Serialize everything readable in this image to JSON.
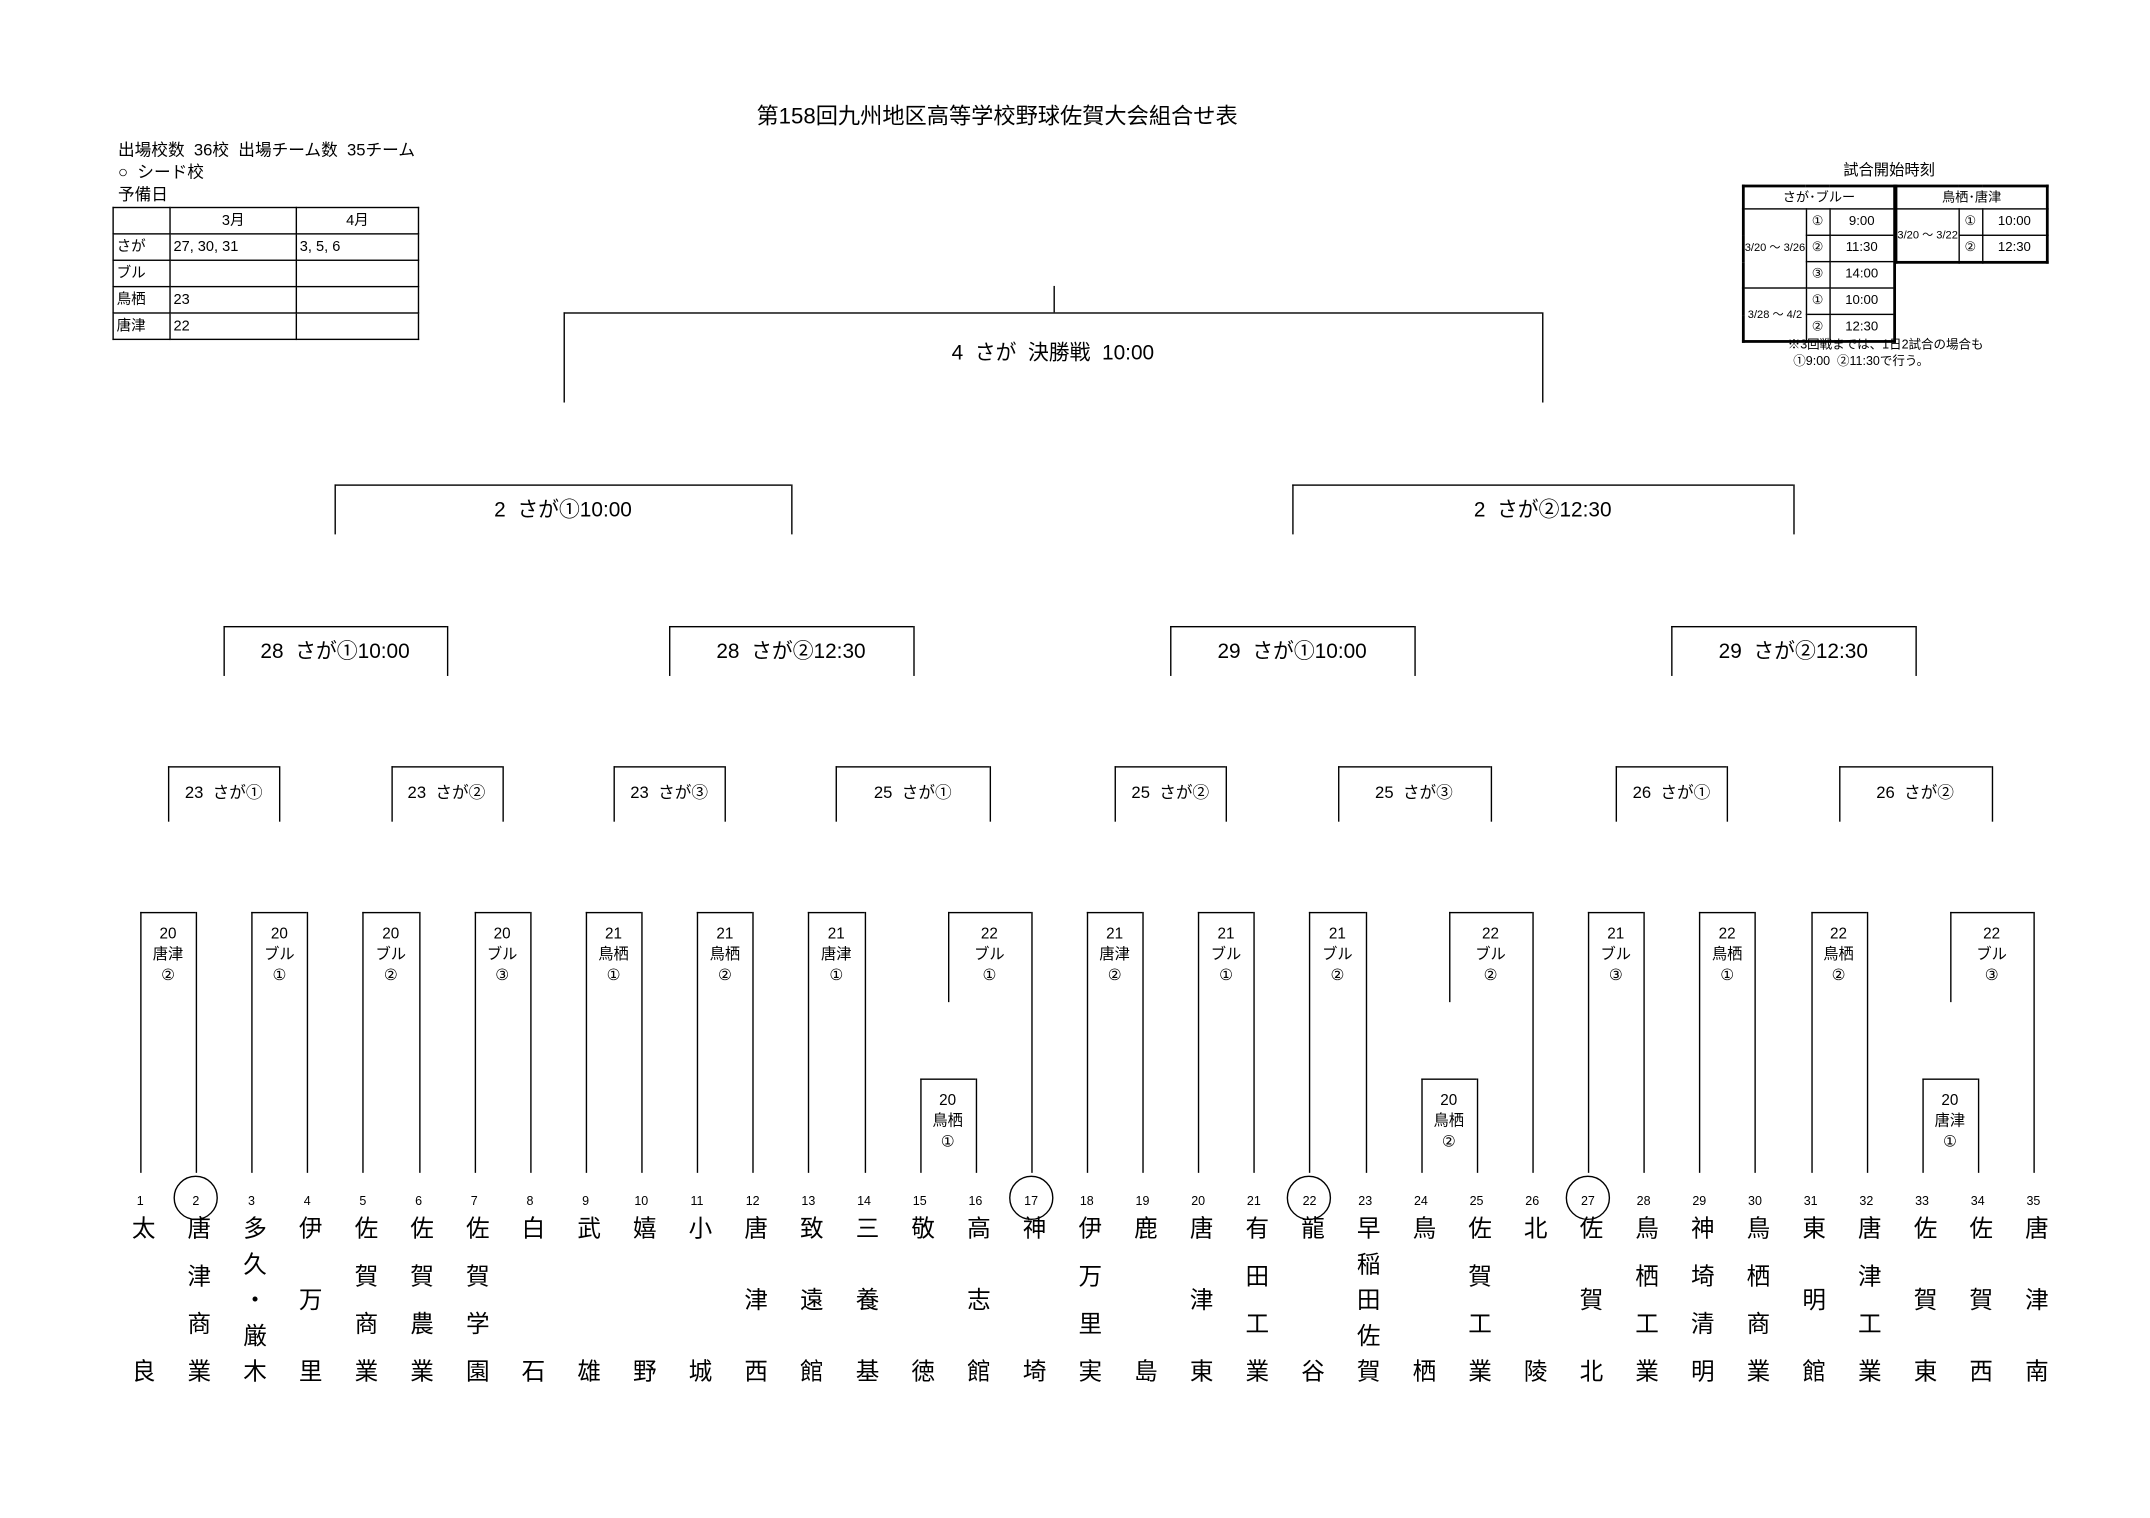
{
  "title": "第158回九州地区高等学校野球佐賀大会組合せ表",
  "info": {
    "counts": "出場校数  36校  出場チーム数  35チーム",
    "seed_legend": "○  シード校",
    "reserve_label": "予備日"
  },
  "reserve_table": {
    "headers": [
      "",
      "3月",
      "4月"
    ],
    "rows": [
      [
        "さが",
        "27, 30, 31",
        "3, 5, 6"
      ],
      [
        "ブル",
        "",
        ""
      ],
      [
        "鳥栖",
        "23",
        ""
      ],
      [
        "唐津",
        "22",
        ""
      ]
    ]
  },
  "timetable": {
    "title": "試合開始時刻",
    "left_header": "さが･ブルー",
    "right_header": "鳥栖･唐津",
    "left_rows": [
      {
        "period": "3/20 〜 3/26",
        "slot": "①",
        "time": "9:00"
      },
      {
        "period": "",
        "slot": "②",
        "time": "11:30"
      },
      {
        "period": "",
        "slot": "③",
        "time": "14:00"
      },
      {
        "period": "3/28 〜 4/2",
        "slot": "①",
        "time": "10:00"
      },
      {
        "period": "",
        "slot": "②",
        "time": "12:30"
      }
    ],
    "right_rows": [
      {
        "period": "3/20 〜 3/22",
        "slot": "①",
        "time": "10:00"
      },
      {
        "period": "",
        "slot": "②",
        "time": "12:30"
      }
    ],
    "note1": "※3回戦までは、1日2試合の場合も",
    "note2": "①9:00  ②11:30で行う。"
  },
  "teams": [
    {
      "no": "1",
      "name": "太良",
      "seed": false
    },
    {
      "no": "2",
      "name": "唐津商業",
      "seed": true
    },
    {
      "no": "3",
      "name": "多久・厳木",
      "seed": false
    },
    {
      "no": "4",
      "name": "伊万里",
      "seed": false
    },
    {
      "no": "5",
      "name": "佐賀商業",
      "seed": false
    },
    {
      "no": "6",
      "name": "佐賀農業",
      "seed": false
    },
    {
      "no": "7",
      "name": "佐賀学園",
      "seed": false
    },
    {
      "no": "8",
      "name": "白石",
      "seed": false
    },
    {
      "no": "9",
      "name": "武雄",
      "seed": false
    },
    {
      "no": "10",
      "name": "嬉野",
      "seed": false
    },
    {
      "no": "11",
      "name": "小城",
      "seed": false
    },
    {
      "no": "12",
      "name": "唐津西",
      "seed": false
    },
    {
      "no": "13",
      "name": "致遠館",
      "seed": false
    },
    {
      "no": "14",
      "name": "三養基",
      "seed": false
    },
    {
      "no": "15",
      "name": "敬徳",
      "seed": false
    },
    {
      "no": "16",
      "name": "高志館",
      "seed": false
    },
    {
      "no": "17",
      "name": "神埼",
      "seed": true
    },
    {
      "no": "18",
      "name": "伊万里実",
      "seed": false
    },
    {
      "no": "19",
      "name": "鹿島",
      "seed": false
    },
    {
      "no": "20",
      "name": "唐津東",
      "seed": false
    },
    {
      "no": "21",
      "name": "有田工業",
      "seed": false
    },
    {
      "no": "22",
      "name": "龍谷",
      "seed": true
    },
    {
      "no": "23",
      "name": "早稲田佐賀",
      "seed": false
    },
    {
      "no": "24",
      "name": "鳥栖",
      "seed": false
    },
    {
      "no": "25",
      "name": "佐賀工業",
      "seed": false
    },
    {
      "no": "26",
      "name": "北陵",
      "seed": false
    },
    {
      "no": "27",
      "name": "佐賀北",
      "seed": true
    },
    {
      "no": "28",
      "name": "鳥栖工業",
      "seed": false
    },
    {
      "no": "29",
      "name": "神埼清明",
      "seed": false
    },
    {
      "no": "30",
      "name": "鳥栖商業",
      "seed": false
    },
    {
      "no": "31",
      "name": "東明館",
      "seed": false
    },
    {
      "no": "32",
      "name": "唐津工業",
      "seed": false
    },
    {
      "no": "33",
      "name": "佐賀東",
      "seed": false
    },
    {
      "no": "34",
      "name": "佐賀西",
      "seed": false
    },
    {
      "no": "35",
      "name": "唐津南",
      "seed": false
    }
  ],
  "games": [
    {
      "id": "p1",
      "round": 0,
      "label": [
        "20",
        "鳥栖",
        "①"
      ],
      "a": 15,
      "b": 16
    },
    {
      "id": "p2",
      "round": 0,
      "label": [
        "20",
        "鳥栖",
        "②"
      ],
      "a": 24,
      "b": 25
    },
    {
      "id": "p3",
      "round": 0,
      "label": [
        "20",
        "唐津",
        "①"
      ],
      "a": 33,
      "b": 34
    },
    {
      "id": "a1",
      "round": 1,
      "label": [
        "20",
        "唐津",
        "②"
      ],
      "a": 1,
      "b": 2
    },
    {
      "id": "a2",
      "round": 1,
      "label": [
        "20",
        "ブル",
        "①"
      ],
      "a": 3,
      "b": 4
    },
    {
      "id": "a3",
      "round": 1,
      "label": [
        "20",
        "ブル",
        "②"
      ],
      "a": 5,
      "b": 6
    },
    {
      "id": "a4",
      "round": 1,
      "label": [
        "20",
        "ブル",
        "③"
      ],
      "a": 7,
      "b": 8
    },
    {
      "id": "a5",
      "round": 1,
      "label": [
        "21",
        "鳥栖",
        "①"
      ],
      "a": 9,
      "b": 10
    },
    {
      "id": "a6",
      "round": 1,
      "label": [
        "21",
        "鳥栖",
        "②"
      ],
      "a": 11,
      "b": 12
    },
    {
      "id": "a7",
      "round": 1,
      "label": [
        "21",
        "唐津",
        "①"
      ],
      "a": 13,
      "b": 14
    },
    {
      "id": "a8",
      "round": 1,
      "label": [
        "22",
        "ブル",
        "①"
      ],
      "a": "p1",
      "b": 17
    },
    {
      "id": "a9",
      "round": 1,
      "label": [
        "21",
        "唐津",
        "②"
      ],
      "a": 18,
      "b": 19
    },
    {
      "id": "a10",
      "round": 1,
      "label": [
        "21",
        "ブル",
        "①"
      ],
      "a": 20,
      "b": 21
    },
    {
      "id": "a11",
      "round": 1,
      "label": [
        "21",
        "ブル",
        "②"
      ],
      "a": 22,
      "b": 23
    },
    {
      "id": "a12",
      "round": 1,
      "label": [
        "22",
        "ブル",
        "②"
      ],
      "a": "p2",
      "b": 26
    },
    {
      "id": "a13",
      "round": 1,
      "label": [
        "21",
        "ブル",
        "③"
      ],
      "a": 27,
      "b": 28
    },
    {
      "id": "a14",
      "round": 1,
      "label": [
        "22",
        "鳥栖",
        "①"
      ],
      "a": 29,
      "b": 30
    },
    {
      "id": "a15",
      "round": 1,
      "label": [
        "22",
        "鳥栖",
        "②"
      ],
      "a": 31,
      "b": 32
    },
    {
      "id": "a16",
      "round": 1,
      "label": [
        "22",
        "ブル",
        "③"
      ],
      "a": "p3",
      "b": 35
    },
    {
      "id": "b1",
      "round": 2,
      "label": "23  さが①",
      "a": "a1",
      "b": "a2"
    },
    {
      "id": "b2",
      "round": 2,
      "label": "23  さが②",
      "a": "a3",
      "b": "a4"
    },
    {
      "id": "b3",
      "round": 2,
      "label": "23  さが③",
      "a": "a5",
      "b": "a6"
    },
    {
      "id": "b4",
      "round": 2,
      "label": "25  さが①",
      "a": "a7",
      "b": "a8"
    },
    {
      "id": "b5",
      "round": 2,
      "label": "25  さが②",
      "a": "a9",
      "b": "a10"
    },
    {
      "id": "b6",
      "round": 2,
      "label": "25  さが③",
      "a": "a11",
      "b": "a12"
    },
    {
      "id": "b7",
      "round": 2,
      "label": "26  さが①",
      "a": "a13",
      "b": "a14"
    },
    {
      "id": "b8",
      "round": 2,
      "label": "26  さが②",
      "a": "a15",
      "b": "a16"
    },
    {
      "id": "c1",
      "round": 3,
      "label": "28  さが①10:00",
      "a": "b1",
      "b": "b2"
    },
    {
      "id": "c2",
      "round": 3,
      "label": "28  さが②12:30",
      "a": "b3",
      "b": "b4"
    },
    {
      "id": "c3",
      "round": 3,
      "label": "29  さが①10:00",
      "a": "b5",
      "b": "b6"
    },
    {
      "id": "c4",
      "round": 3,
      "label": "29  さが②12:30",
      "a": "b7",
      "b": "b8"
    },
    {
      "id": "d1",
      "round": 4,
      "label": "2  さが①10:00",
      "a": "c1",
      "b": "c2"
    },
    {
      "id": "d2",
      "round": 4,
      "label": "2  さが②12:30",
      "a": "c3",
      "b": "c4"
    },
    {
      "id": "f",
      "round": 5,
      "label": "4  さが  決勝戦  10:00",
      "a": "d1",
      "b": "d2"
    }
  ]
}
